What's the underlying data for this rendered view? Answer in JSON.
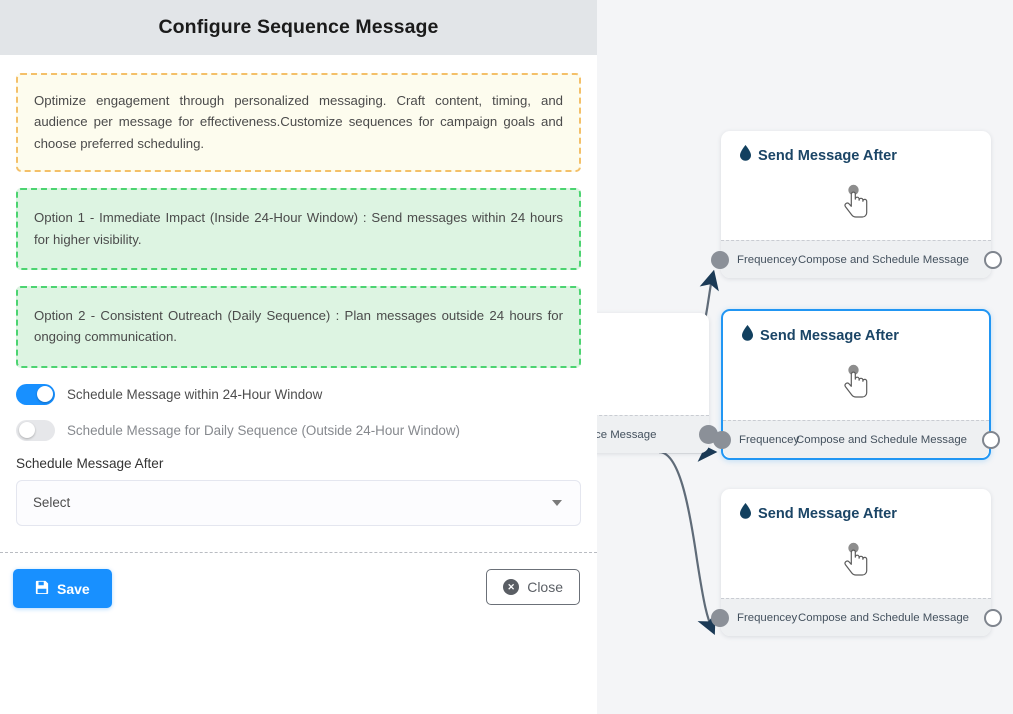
{
  "panel": {
    "title": "Configure Sequence Message",
    "info_note": "Optimize engagement through personalized messaging. Craft content, timing, and audience per message for effectiveness.Customize sequences for campaign goals and choose preferred scheduling.",
    "option_1": "Option 1 - Immediate Impact (Inside 24-Hour Window) : Send messages within 24 hours for higher visibility.",
    "option_2": "Option 2 - Consistent Outreach (Daily Sequence) : Plan messages outside 24 hours for ongoing communication.",
    "toggles": [
      {
        "label": "Schedule Message within 24-Hour Window",
        "state": "on"
      },
      {
        "label": "Schedule Message for Daily Sequence (Outside 24-Hour Window)",
        "state": "off"
      }
    ],
    "schedule_field": {
      "label": "Schedule Message After",
      "value": "Select",
      "icon": "chevron-down-icon"
    },
    "footer": {
      "save_label": "Save",
      "save_icon": "save-disk-icon",
      "close_label": "Close",
      "close_icon": "close-circle-icon"
    }
  },
  "canvas": {
    "nodes": [
      {
        "id": "node-top",
        "title": "Send Message After",
        "title_icon": "droplet-icon",
        "body_icon": "tap-hand-icon",
        "in_port_label": "Frequencey",
        "out_port_label": "Compose and Schedule Message",
        "selected": false
      },
      {
        "id": "node-middle",
        "title": "Send Message After",
        "title_icon": "droplet-icon",
        "body_icon": "tap-hand-icon",
        "in_port_label": "Frequencey",
        "out_port_label": "Compose and Schedule Message",
        "selected": true
      },
      {
        "id": "node-bottom",
        "title": "Send Message After",
        "title_icon": "droplet-icon",
        "body_icon": "tap-hand-icon",
        "in_port_label": "Frequencey",
        "out_port_label": "Compose and Schedule Message",
        "selected": false
      }
    ],
    "source_node": {
      "id": "node-source-partial",
      "out_port_label": "ce Message"
    }
  },
  "colors": {
    "accent_blue": "#1890ff",
    "selected_border": "#2196f3",
    "node_title": "#1b4566",
    "info_border": "#f4c069",
    "info_bg": "#fdfcee",
    "option_border": "#4cd471",
    "option_bg": "#ddf4e2",
    "canvas_bg": "#f4f5f7",
    "header_bg": "#e2e5e8"
  }
}
